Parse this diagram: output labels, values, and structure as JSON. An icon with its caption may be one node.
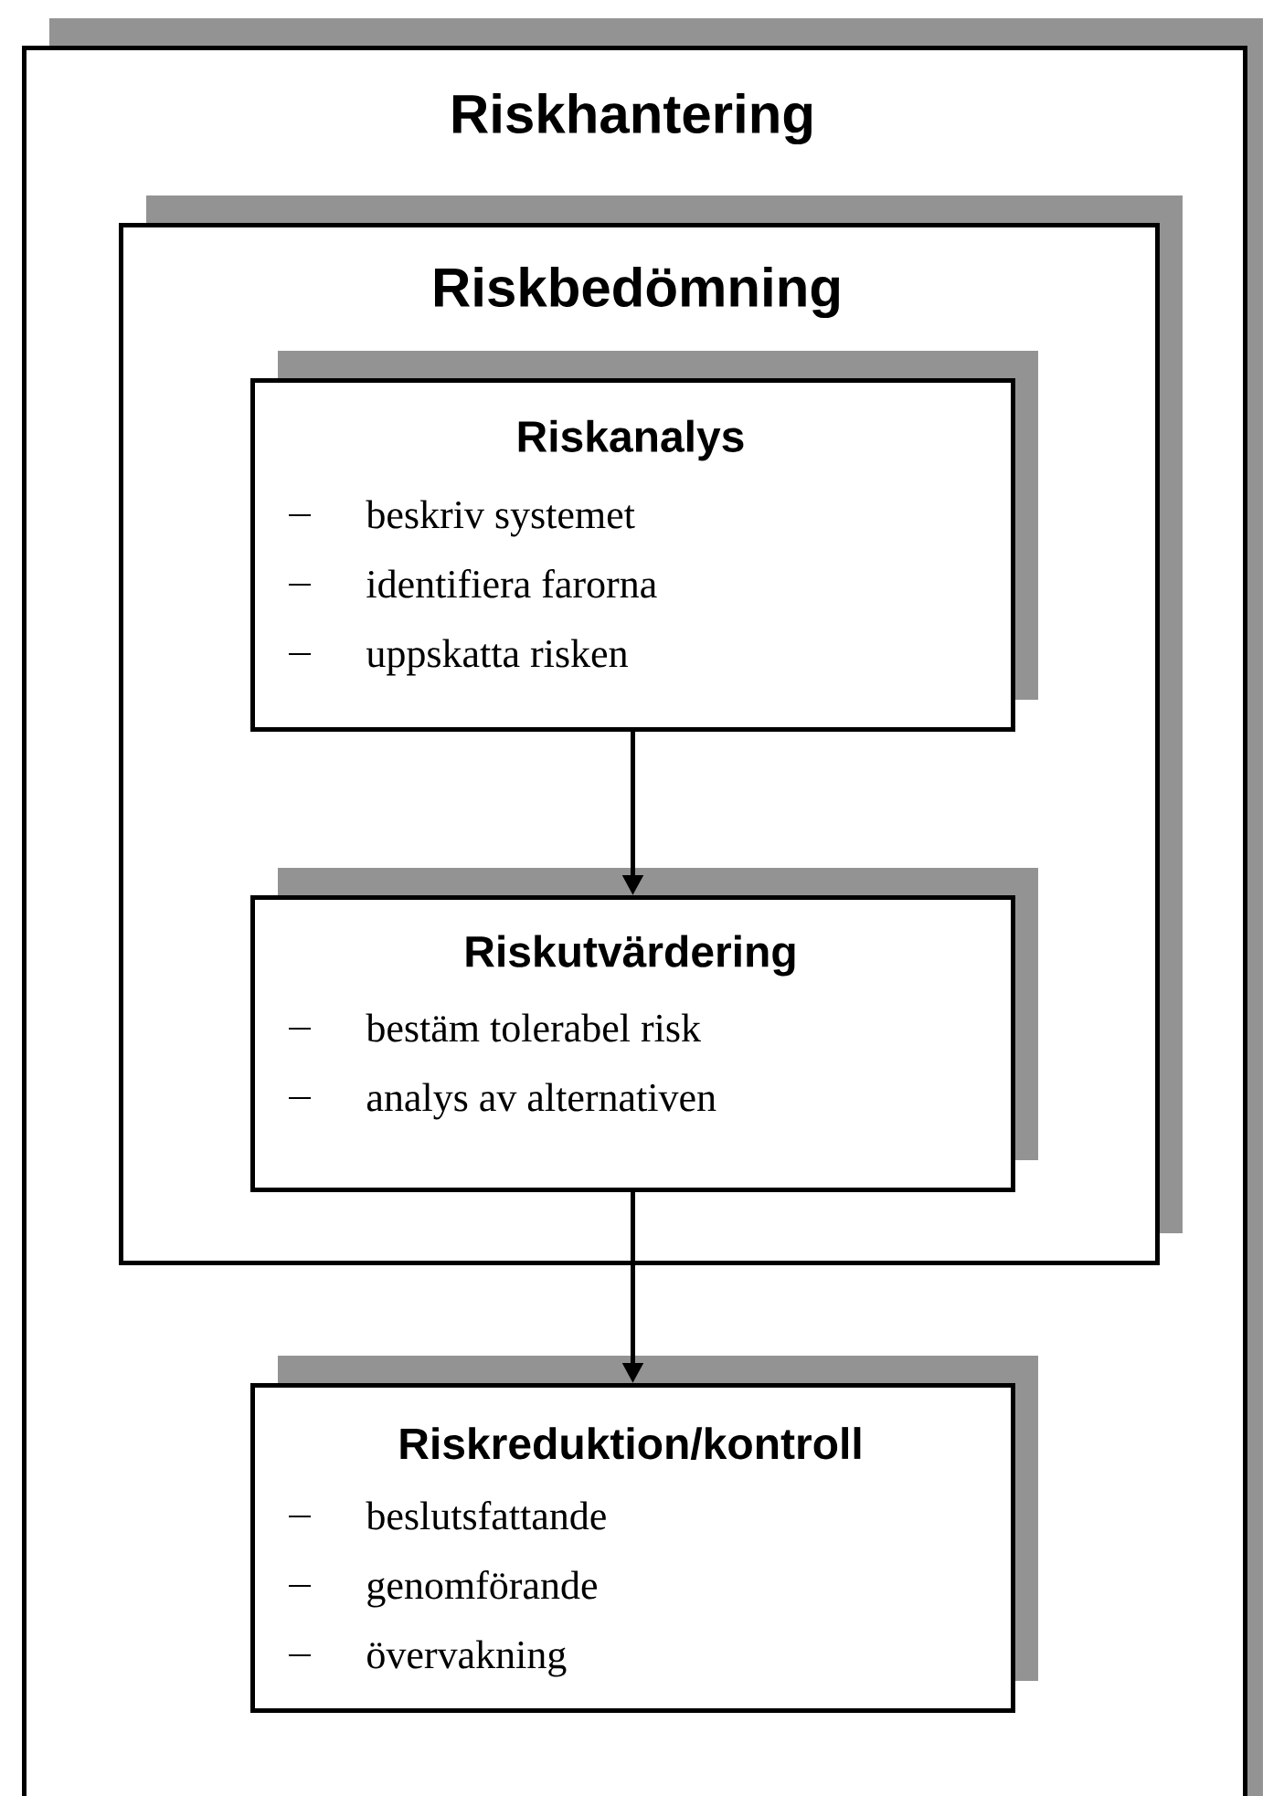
{
  "diagram": {
    "nodes": [
      {
        "text": [
          "Riskhantering"
        ]
      },
      {
        "text": [
          "Riskbedömning"
        ],
        "in": 0
      },
      {
        "text": [
          "Riskanalys",
          "beskriv systemet",
          "identifiera farorna",
          "uppskatta risken"
        ],
        "in": 1
      },
      {
        "text": [
          "Riskutvärdering",
          "bestäm tolerabel risk",
          "analys av alternativen"
        ],
        "in": 1
      },
      {
        "text": [
          "Riskreduktion/kontroll",
          "beslutsfattande",
          "genomförande",
          "övervakning"
        ],
        "in": 0
      }
    ],
    "edges": [
      {
        "from": 2,
        "to": 3,
        "arrow": "to"
      },
      {
        "from": 3,
        "to": 4,
        "arrow": "to"
      }
    ]
  }
}
